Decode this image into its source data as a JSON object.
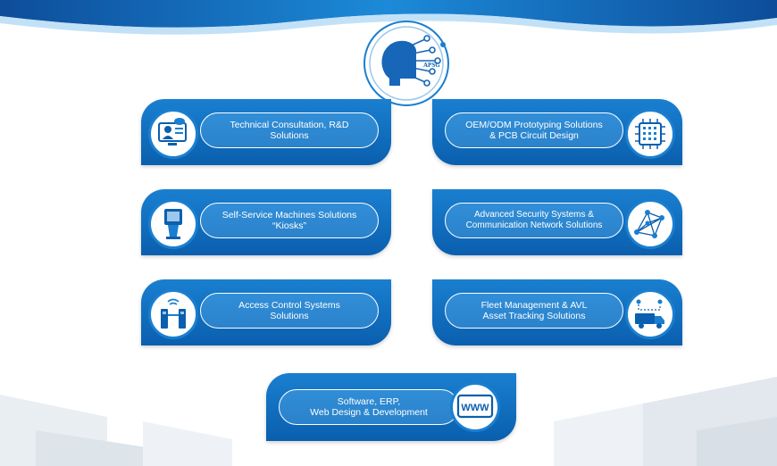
{
  "brand": {
    "logo_text": "APSG"
  },
  "services": [
    {
      "line1": "Technical Consultation, R&D",
      "line2": "Solutions",
      "icon": "consultation-icon"
    },
    {
      "line1": "OEM/ODM Prototyping Solutions",
      "line2": "& PCB Circuit Design",
      "icon": "chip-icon"
    },
    {
      "line1": "Self-Service Machines Solutions",
      "line2": "“Kiosks”",
      "icon": "kiosk-icon"
    },
    {
      "line1": "Advanced Security Systems &",
      "line2": "Communication Network Solutions",
      "icon": "network-icon"
    },
    {
      "line1": "Access Control Systems",
      "line2": "Solutions",
      "icon": "turnstile-icon"
    },
    {
      "line1": "Fleet Management & AVL",
      "line2": "Asset Tracking Solutions",
      "icon": "truck-tracking-icon"
    },
    {
      "line1": "Software, ERP,",
      "line2": "Web Design & Development",
      "icon": "www-icon"
    }
  ],
  "colors": {
    "primary": "#0a5fae",
    "accent": "#1a7fd0",
    "light": "#e9eef3"
  }
}
